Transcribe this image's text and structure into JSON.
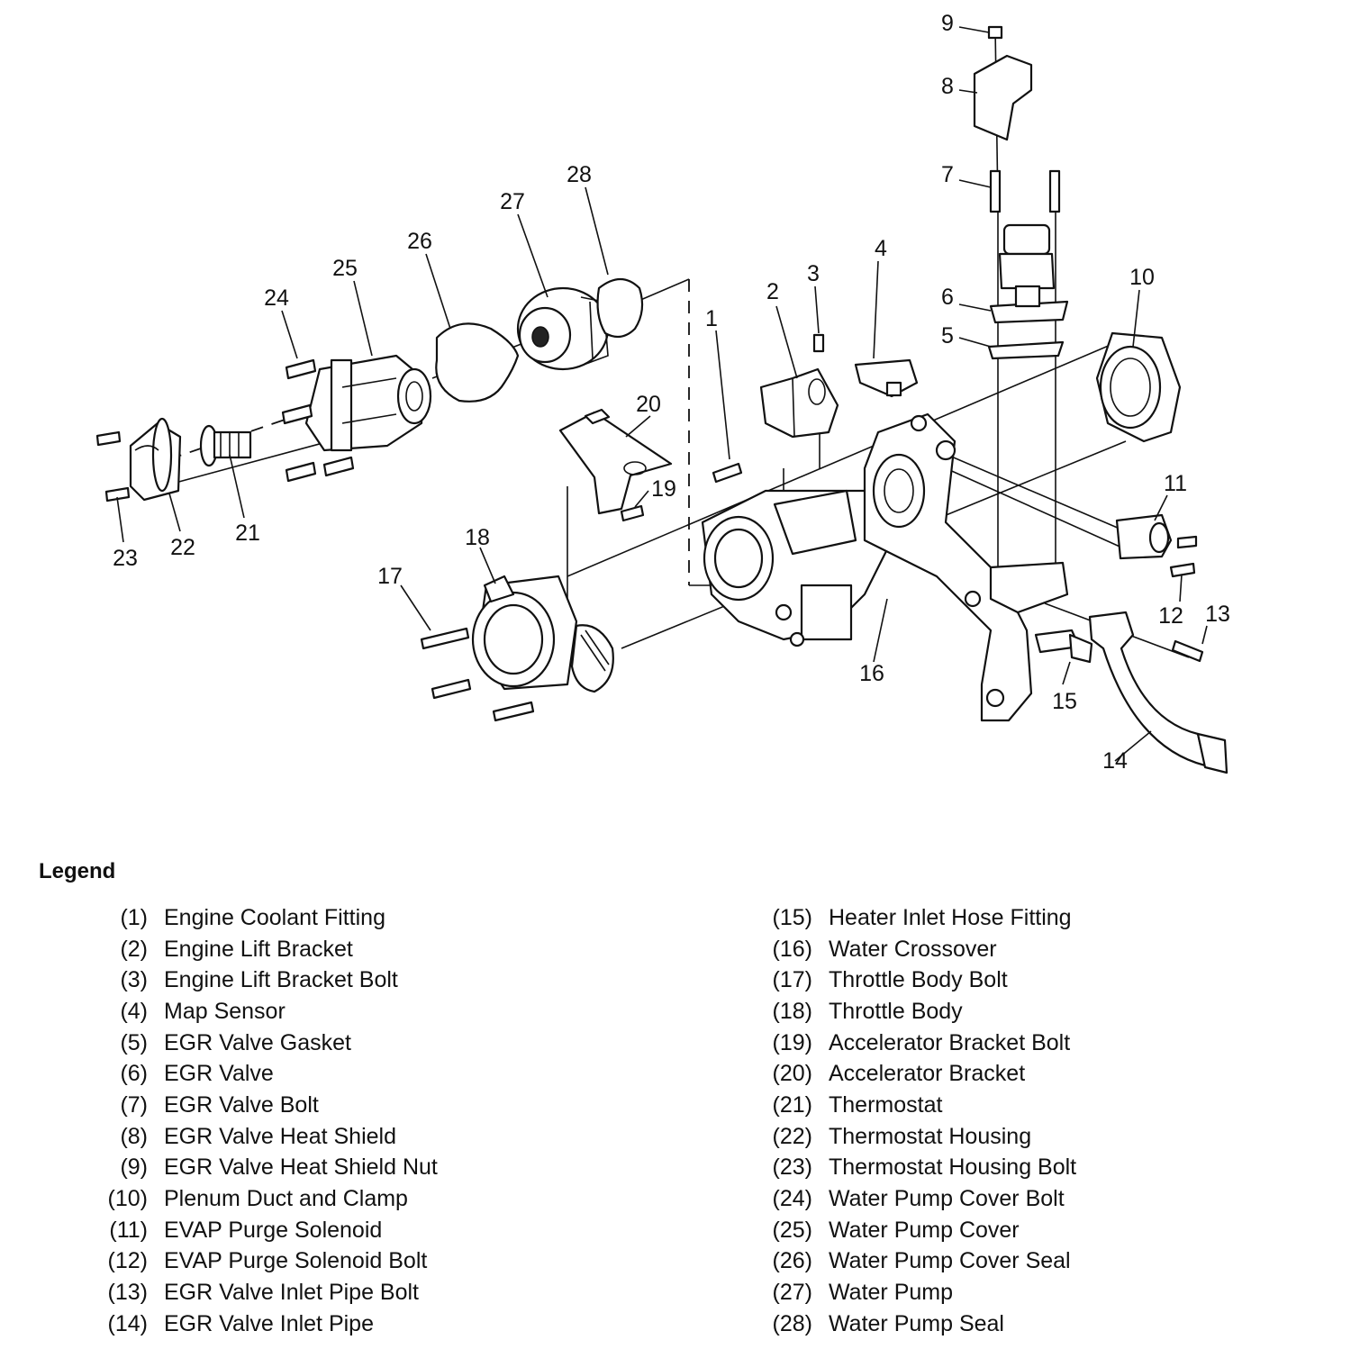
{
  "callouts": [
    {
      "id": "c1",
      "text": "1"
    },
    {
      "id": "c2",
      "text": "2"
    },
    {
      "id": "c3",
      "text": "3"
    },
    {
      "id": "c4",
      "text": "4"
    },
    {
      "id": "c5",
      "text": "5"
    },
    {
      "id": "c6",
      "text": "6"
    },
    {
      "id": "c7",
      "text": "7"
    },
    {
      "id": "c8",
      "text": "8"
    },
    {
      "id": "c9",
      "text": "9"
    },
    {
      "id": "c10",
      "text": "10"
    },
    {
      "id": "c11",
      "text": "11"
    },
    {
      "id": "c12",
      "text": "12"
    },
    {
      "id": "c13",
      "text": "13"
    },
    {
      "id": "c14",
      "text": "14"
    },
    {
      "id": "c15",
      "text": "15"
    },
    {
      "id": "c16",
      "text": "16"
    },
    {
      "id": "c17",
      "text": "17"
    },
    {
      "id": "c18",
      "text": "18"
    },
    {
      "id": "c19",
      "text": "19"
    },
    {
      "id": "c20",
      "text": "20"
    },
    {
      "id": "c21",
      "text": "21"
    },
    {
      "id": "c22",
      "text": "22"
    },
    {
      "id": "c23",
      "text": "23"
    },
    {
      "id": "c24",
      "text": "24"
    },
    {
      "id": "c25",
      "text": "25"
    },
    {
      "id": "c26",
      "text": "26"
    },
    {
      "id": "c27",
      "text": "27"
    },
    {
      "id": "c28",
      "text": "28"
    }
  ],
  "legend": {
    "title": "Legend",
    "left": [
      {
        "num": "(1)",
        "label": "Engine Coolant Fitting"
      },
      {
        "num": "(2)",
        "label": "Engine Lift Bracket"
      },
      {
        "num": "(3)",
        "label": "Engine Lift Bracket Bolt"
      },
      {
        "num": "(4)",
        "label": "Map Sensor"
      },
      {
        "num": "(5)",
        "label": "EGR Valve Gasket"
      },
      {
        "num": "(6)",
        "label": "EGR Valve"
      },
      {
        "num": "(7)",
        "label": "EGR Valve Bolt"
      },
      {
        "num": "(8)",
        "label": "EGR Valve Heat Shield"
      },
      {
        "num": "(9)",
        "label": "EGR Valve Heat Shield Nut"
      },
      {
        "num": "(10)",
        "label": "Plenum Duct and Clamp"
      },
      {
        "num": "(11)",
        "label": "EVAP Purge Solenoid"
      },
      {
        "num": "(12)",
        "label": "EVAP Purge Solenoid Bolt"
      },
      {
        "num": "(13)",
        "label": "EGR Valve Inlet Pipe Bolt"
      },
      {
        "num": "(14)",
        "label": "EGR Valve Inlet Pipe"
      }
    ],
    "right": [
      {
        "num": "(15)",
        "label": "Heater Inlet Hose Fitting"
      },
      {
        "num": "(16)",
        "label": "Water Crossover"
      },
      {
        "num": "(17)",
        "label": "Throttle Body Bolt"
      },
      {
        "num": "(18)",
        "label": "Throttle Body"
      },
      {
        "num": "(19)",
        "label": "Accelerator Bracket Bolt"
      },
      {
        "num": "(20)",
        "label": "Accelerator Bracket"
      },
      {
        "num": "(21)",
        "label": "Thermostat"
      },
      {
        "num": "(22)",
        "label": "Thermostat Housing"
      },
      {
        "num": "(23)",
        "label": "Thermostat Housing Bolt"
      },
      {
        "num": "(24)",
        "label": "Water Pump Cover Bolt"
      },
      {
        "num": "(25)",
        "label": "Water Pump Cover"
      },
      {
        "num": "(26)",
        "label": "Water Pump Cover Seal"
      },
      {
        "num": "(27)",
        "label": "Water Pump"
      },
      {
        "num": "(28)",
        "label": "Water Pump Seal"
      }
    ]
  }
}
